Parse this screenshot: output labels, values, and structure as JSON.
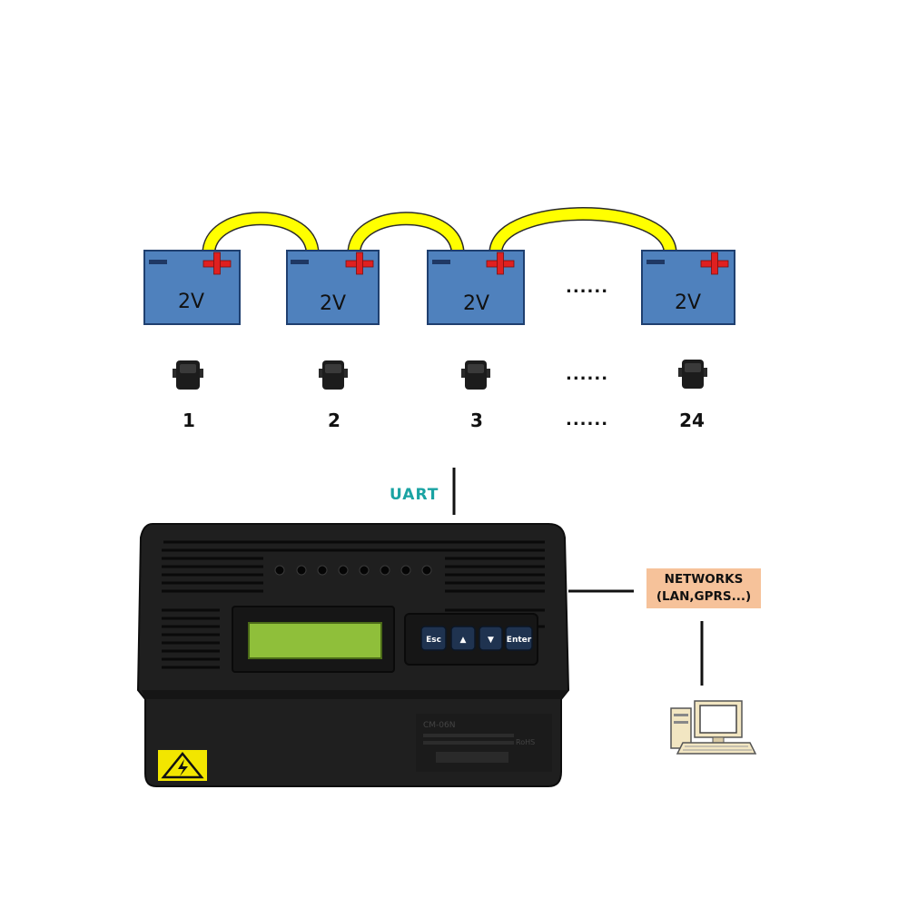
{
  "batteries": [
    {
      "label": "2V"
    },
    {
      "label": "2V"
    },
    {
      "label": "2V"
    },
    {
      "label": "2V"
    }
  ],
  "battery_gap_dots": "......",
  "sensors": [
    {
      "number": "1"
    },
    {
      "number": "2"
    },
    {
      "number": "3"
    },
    {
      "number": "24"
    }
  ],
  "sensor_gap_dots": "......",
  "number_gap_dots": "......",
  "uart_label": "UART",
  "networks_box": {
    "line1": "NETWORKS",
    "line2": "(LAN,GPRS...)"
  },
  "device": {
    "keys": [
      "Esc",
      "▲",
      "▼",
      "Enter"
    ],
    "model": "CM-06N",
    "rohs": "RoHS"
  },
  "colors": {
    "battery_fill": "#4f81bd",
    "cable": "#ffff00",
    "plus_terminal": "#e02020",
    "lcd": "#8fbf3a",
    "uart_text": "#1aa3a3",
    "networks_bg": "#f6c29a"
  }
}
